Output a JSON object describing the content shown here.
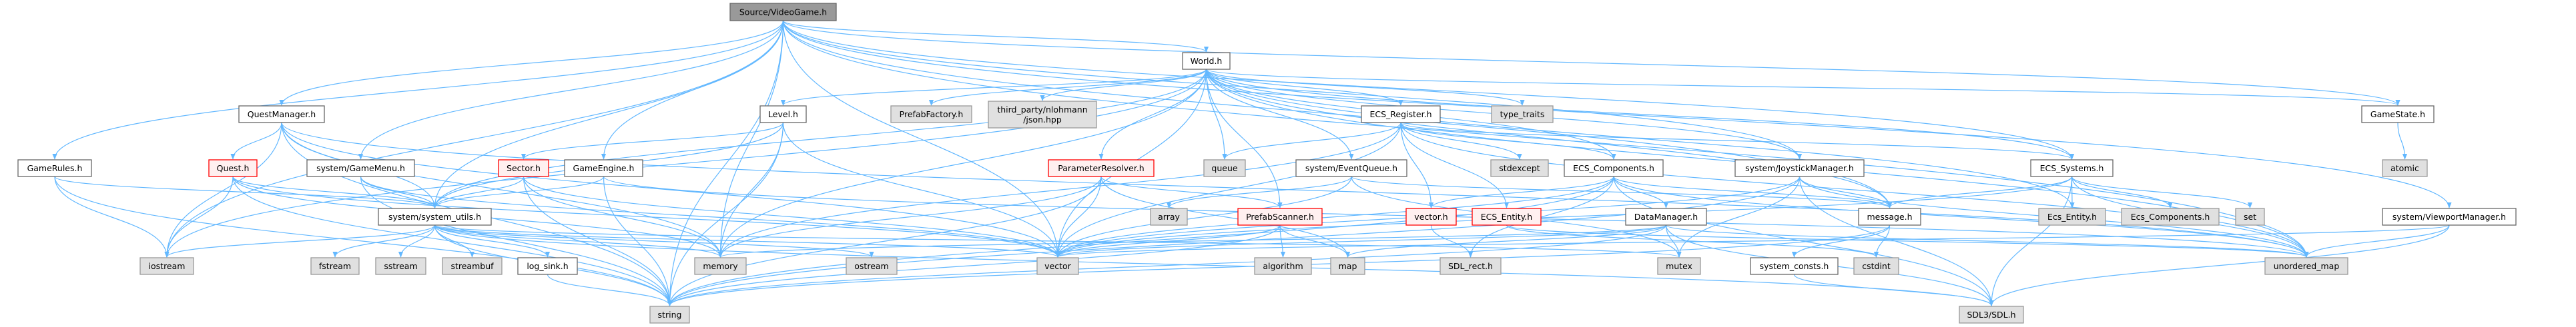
{
  "graph": {
    "title": "Source/VideoGame.h",
    "edge_color": "#63b8ff",
    "colors": {
      "root_fill": "#999999",
      "root_border": "#666666",
      "normal_fill": "#ffffff",
      "normal_border": "#666666",
      "error_fill": "#fff0f0",
      "error_border": "#ff0000",
      "external_fill": "#e0e0e0",
      "external_border": "#999999"
    },
    "nodes": [
      {
        "id": "videogame",
        "label": "Source/VideoGame.h",
        "kind": "root"
      },
      {
        "id": "questmanager",
        "label": "QuestManager.h",
        "kind": "normal"
      },
      {
        "id": "gamerules",
        "label": "GameRules.h",
        "kind": "normal"
      },
      {
        "id": "quest",
        "label": "Quest.h",
        "kind": "error"
      },
      {
        "id": "gamemenu",
        "label": "system/GameMenu.h",
        "kind": "normal"
      },
      {
        "id": "sysutils",
        "label": "system/system_utils.h",
        "kind": "normal"
      },
      {
        "id": "iostream",
        "label": "iostream",
        "kind": "external"
      },
      {
        "id": "fstream",
        "label": "fstream",
        "kind": "external"
      },
      {
        "id": "sstream",
        "label": "sstream",
        "kind": "external"
      },
      {
        "id": "streambuf",
        "label": "streambuf",
        "kind": "external"
      },
      {
        "id": "logsink",
        "label": "log_sink.h",
        "kind": "normal"
      },
      {
        "id": "sector",
        "label": "Sector.h",
        "kind": "error"
      },
      {
        "id": "gameengine",
        "label": "GameEngine.h",
        "kind": "normal"
      },
      {
        "id": "level",
        "label": "Level.h",
        "kind": "normal"
      },
      {
        "id": "prefabfactory",
        "label": "PrefabFactory.h",
        "kind": "external"
      },
      {
        "id": "memory",
        "label": "memory",
        "kind": "external"
      },
      {
        "id": "ostream",
        "label": "ostream",
        "kind": "external"
      },
      {
        "id": "string",
        "label": "string",
        "kind": "external"
      },
      {
        "id": "world",
        "label": "World.h",
        "kind": "normal"
      },
      {
        "id": "json",
        "label": "third_party/nlohmann",
        "label2": "/json.hpp",
        "kind": "external"
      },
      {
        "id": "ecsregister",
        "label": "ECS_Register.h",
        "kind": "normal"
      },
      {
        "id": "paramresolver",
        "label": "ParameterResolver.h",
        "kind": "error"
      },
      {
        "id": "queue",
        "label": "queue",
        "kind": "external"
      },
      {
        "id": "eventqueue",
        "label": "system/EventQueue.h",
        "kind": "normal"
      },
      {
        "id": "array",
        "label": "array",
        "kind": "external"
      },
      {
        "id": "prefabscanner",
        "label": "PrefabScanner.h",
        "kind": "error"
      },
      {
        "id": "vector",
        "label": "vector",
        "kind": "external"
      },
      {
        "id": "algorithm",
        "label": "algorithm",
        "kind": "external"
      },
      {
        "id": "map",
        "label": "map",
        "kind": "external"
      },
      {
        "id": "typetraits",
        "label": "type_traits",
        "kind": "external"
      },
      {
        "id": "stdexcept",
        "label": "stdexcept",
        "kind": "external"
      },
      {
        "id": "ecscomponents",
        "label": "ECS_Components.h",
        "kind": "normal"
      },
      {
        "id": "joystick",
        "label": "system/JoystickManager.h",
        "kind": "normal"
      },
      {
        "id": "vectorh",
        "label": "vector.h",
        "kind": "error"
      },
      {
        "id": "ecsentity",
        "label": "ECS_Entity.h",
        "kind": "error"
      },
      {
        "id": "datamanager",
        "label": "DataManager.h",
        "kind": "normal"
      },
      {
        "id": "message",
        "label": "message.h",
        "kind": "normal"
      },
      {
        "id": "sdlrect",
        "label": "SDL_rect.h",
        "kind": "external"
      },
      {
        "id": "mutex",
        "label": "mutex",
        "kind": "external"
      },
      {
        "id": "sysconsts",
        "label": "system_consts.h",
        "kind": "normal"
      },
      {
        "id": "cstdint",
        "label": "cstdint",
        "kind": "external"
      },
      {
        "id": "gamestate",
        "label": "GameState.h",
        "kind": "normal"
      },
      {
        "id": "ecssystems",
        "label": "ECS_Systems.h",
        "kind": "normal"
      },
      {
        "id": "atomic",
        "label": "atomic",
        "kind": "external"
      },
      {
        "id": "ecsentity2",
        "label": "Ecs_Entity.h",
        "kind": "external"
      },
      {
        "id": "ecscomponents2",
        "label": "Ecs_Components.h",
        "kind": "external"
      },
      {
        "id": "set",
        "label": "set",
        "kind": "external"
      },
      {
        "id": "viewport",
        "label": "system/ViewportManager.h",
        "kind": "normal"
      },
      {
        "id": "unorderedmap",
        "label": "unordered_map",
        "kind": "external"
      },
      {
        "id": "sdl",
        "label": "SDL3/SDL.h",
        "kind": "external"
      }
    ],
    "edges": [
      [
        "videogame",
        "questmanager"
      ],
      [
        "videogame",
        "gamerules"
      ],
      [
        "videogame",
        "gamemenu"
      ],
      [
        "videogame",
        "sysutils"
      ],
      [
        "videogame",
        "gameengine"
      ],
      [
        "videogame",
        "memory"
      ],
      [
        "videogame",
        "vector"
      ],
      [
        "videogame",
        "world"
      ],
      [
        "videogame",
        "iostream"
      ],
      [
        "videogame",
        "string"
      ],
      [
        "videogame",
        "gamestate"
      ],
      [
        "videogame",
        "viewport"
      ],
      [
        "videogame",
        "unorderedmap"
      ],
      [
        "videogame",
        "joystick"
      ],
      [
        "videogame",
        "ecssystems"
      ],
      [
        "videogame",
        "message"
      ],
      [
        "world",
        "level"
      ],
      [
        "world",
        "prefabfactory"
      ],
      [
        "world",
        "json"
      ],
      [
        "world",
        "ecsregister"
      ],
      [
        "world",
        "paramresolver"
      ],
      [
        "world",
        "queue"
      ],
      [
        "world",
        "eventqueue"
      ],
      [
        "world",
        "prefabscanner"
      ],
      [
        "world",
        "vector"
      ],
      [
        "world",
        "typetraits"
      ],
      [
        "world",
        "ecscomponents"
      ],
      [
        "world",
        "ecssystems"
      ],
      [
        "world",
        "joystick"
      ],
      [
        "world",
        "gamestate"
      ],
      [
        "world",
        "unorderedmap"
      ],
      [
        "world",
        "sysutils"
      ],
      [
        "world",
        "memory"
      ],
      [
        "world",
        "iostream"
      ],
      [
        "world",
        "message"
      ],
      [
        "world",
        "ecsentity2"
      ],
      [
        "questmanager",
        "quest"
      ],
      [
        "questmanager",
        "iostream"
      ],
      [
        "questmanager",
        "string"
      ],
      [
        "questmanager",
        "sysutils"
      ],
      [
        "questmanager",
        "memory"
      ],
      [
        "questmanager",
        "vector"
      ],
      [
        "questmanager",
        "unorderedmap"
      ],
      [
        "gamerules",
        "iostream"
      ],
      [
        "gamerules",
        "string"
      ],
      [
        "gamerules",
        "sysutils"
      ],
      [
        "quest",
        "iostream"
      ],
      [
        "quest",
        "string"
      ],
      [
        "quest",
        "sysutils"
      ],
      [
        "quest",
        "vector"
      ],
      [
        "quest",
        "memory"
      ],
      [
        "gamemenu",
        "sysutils"
      ],
      [
        "gamemenu",
        "string"
      ],
      [
        "gamemenu",
        "vector"
      ],
      [
        "sector",
        "sysutils"
      ],
      [
        "sector",
        "memory"
      ],
      [
        "sector",
        "string"
      ],
      [
        "sector",
        "vector"
      ],
      [
        "gameengine",
        "sysutils"
      ],
      [
        "gameengine",
        "string"
      ],
      [
        "gameengine",
        "unorderedmap"
      ],
      [
        "level",
        "sector"
      ],
      [
        "level",
        "memory"
      ],
      [
        "level",
        "string"
      ],
      [
        "level",
        "vector"
      ],
      [
        "level",
        "sysutils"
      ],
      [
        "sysutils",
        "iostream"
      ],
      [
        "sysutils",
        "fstream"
      ],
      [
        "sysutils",
        "sstream"
      ],
      [
        "sysutils",
        "streambuf"
      ],
      [
        "sysutils",
        "logsink"
      ],
      [
        "sysutils",
        "memory"
      ],
      [
        "sysutils",
        "ostream"
      ],
      [
        "sysutils",
        "string"
      ],
      [
        "sysutils",
        "vector"
      ],
      [
        "sysutils",
        "mutex"
      ],
      [
        "sysutils",
        "sdl"
      ],
      [
        "logsink",
        "string"
      ],
      [
        "paramresolver",
        "vector"
      ],
      [
        "paramresolver",
        "prefabscanner"
      ],
      [
        "paramresolver",
        "map"
      ],
      [
        "paramresolver",
        "string"
      ],
      [
        "paramresolver",
        "memory"
      ],
      [
        "prefabscanner",
        "vector"
      ],
      [
        "prefabscanner",
        "algorithm"
      ],
      [
        "prefabscanner",
        "map"
      ],
      [
        "prefabscanner",
        "string"
      ],
      [
        "ecsregister",
        "queue"
      ],
      [
        "ecsregister",
        "stdexcept"
      ],
      [
        "ecsregister",
        "ecscomponents"
      ],
      [
        "ecsregister",
        "ecsentity"
      ],
      [
        "ecsregister",
        "vector"
      ],
      [
        "ecsregister",
        "memory"
      ],
      [
        "ecsregister",
        "ecssystems"
      ],
      [
        "ecsregister",
        "unorderedmap"
      ],
      [
        "ecsregister",
        "vectorh"
      ],
      [
        "eventqueue",
        "array"
      ],
      [
        "eventqueue",
        "vector"
      ],
      [
        "eventqueue",
        "mutex"
      ],
      [
        "eventqueue",
        "message"
      ],
      [
        "ecscomponents",
        "vectorh"
      ],
      [
        "ecscomponents",
        "datamanager"
      ],
      [
        "ecscomponents",
        "sdlrect"
      ],
      [
        "ecscomponents",
        "vector"
      ],
      [
        "ecscomponents",
        "string"
      ],
      [
        "ecscomponents",
        "message"
      ],
      [
        "ecscomponents",
        "unorderedmap"
      ],
      [
        "ecscomponents",
        "sdl"
      ],
      [
        "vectorh",
        "sdlrect"
      ],
      [
        "ecsentity",
        "cstdint"
      ],
      [
        "ecsentity",
        "unorderedmap"
      ],
      [
        "datamanager",
        "mutex"
      ],
      [
        "datamanager",
        "vector"
      ],
      [
        "datamanager",
        "string"
      ],
      [
        "datamanager",
        "memory"
      ],
      [
        "datamanager",
        "sdl"
      ],
      [
        "datamanager",
        "unorderedmap"
      ],
      [
        "datamanager",
        "map"
      ],
      [
        "joystick",
        "message"
      ],
      [
        "joystick",
        "mutex"
      ],
      [
        "joystick",
        "vector"
      ],
      [
        "joystick",
        "sdl"
      ],
      [
        "joystick",
        "string"
      ],
      [
        "joystick",
        "unorderedmap"
      ],
      [
        "message",
        "sysconsts"
      ],
      [
        "message",
        "cstdint"
      ],
      [
        "message",
        "string"
      ],
      [
        "sysconsts",
        "sdl"
      ],
      [
        "ecssystems",
        "ecsentity2"
      ],
      [
        "ecssystems",
        "ecscomponents2"
      ],
      [
        "ecssystems",
        "set"
      ],
      [
        "ecssystems",
        "message"
      ],
      [
        "ecssystems",
        "unorderedmap"
      ],
      [
        "ecssystems",
        "sdl"
      ],
      [
        "ecssystems",
        "vector"
      ],
      [
        "gamestate",
        "atomic"
      ],
      [
        "viewport",
        "unorderedmap"
      ],
      [
        "viewport",
        "sdl"
      ],
      [
        "viewport",
        "vector"
      ]
    ]
  }
}
